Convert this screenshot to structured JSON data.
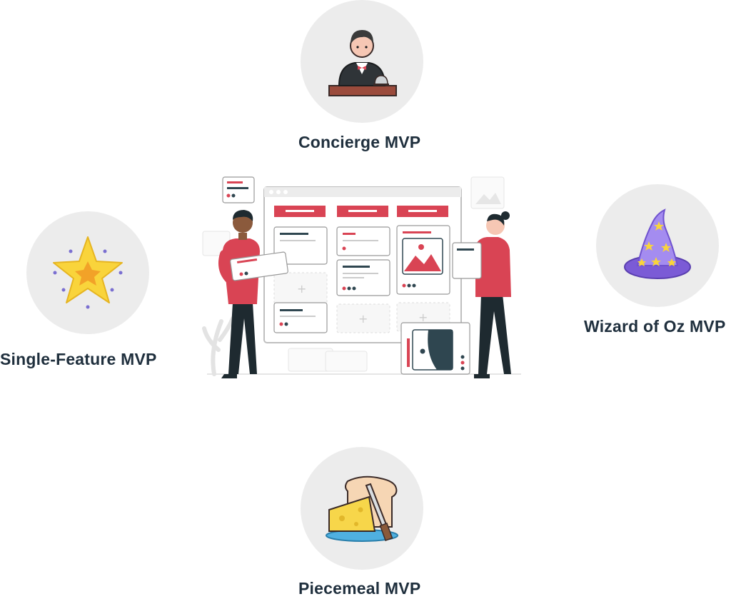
{
  "nodes": {
    "concierge": {
      "label": "Concierge MVP",
      "icon": "concierge-icon"
    },
    "wizard": {
      "label": "Wizard of Oz MVP",
      "icon": "wizard-hat-icon"
    },
    "single_feature": {
      "label": "Single-Feature MVP",
      "icon": "star-icon"
    },
    "piecemeal": {
      "label": "Piecemeal MVP",
      "icon": "bread-cheese-icon"
    }
  },
  "colors": {
    "circle_bg": "#ececec",
    "accent_red": "#d94454",
    "dark_text": "#1f2f3d",
    "dark_slate": "#2f4650"
  }
}
